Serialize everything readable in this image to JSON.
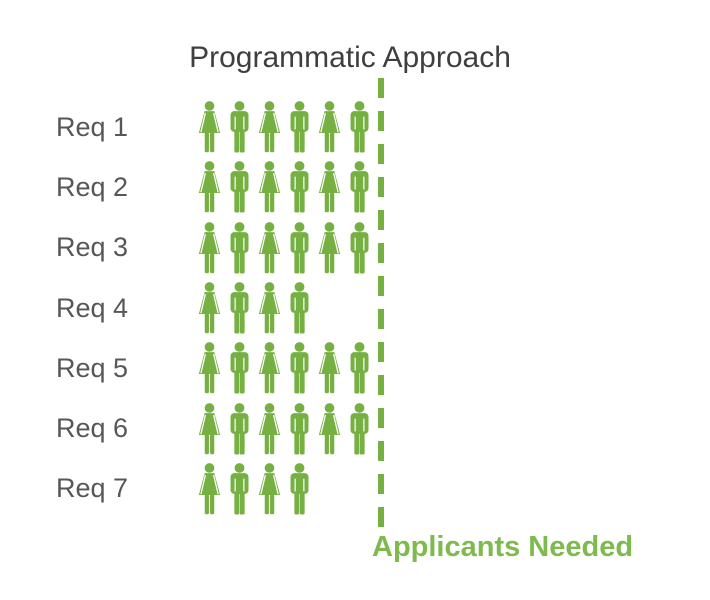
{
  "chart_data": {
    "type": "bar",
    "variant": "pictogram",
    "title": "Programmatic Approach",
    "categories": [
      "Req 1",
      "Req 2",
      "Req 3",
      "Req 4",
      "Req 5",
      "Req 6",
      "Req 7"
    ],
    "values": [
      6,
      6,
      6,
      4,
      6,
      6,
      4
    ],
    "rows": [
      {
        "label": "Req 1",
        "icons": [
          "F",
          "M",
          "F",
          "M",
          "F",
          "M"
        ]
      },
      {
        "label": "Req 2",
        "icons": [
          "F",
          "M",
          "F",
          "M",
          "F",
          "M"
        ]
      },
      {
        "label": "Req 3",
        "icons": [
          "F",
          "M",
          "F",
          "M",
          "F",
          "M"
        ]
      },
      {
        "label": "Req 4",
        "icons": [
          "F",
          "M",
          "F",
          "M"
        ]
      },
      {
        "label": "Req 5",
        "icons": [
          "F",
          "M",
          "F",
          "M",
          "F",
          "M"
        ]
      },
      {
        "label": "Req 6",
        "icons": [
          "F",
          "M",
          "F",
          "M",
          "F",
          "M"
        ]
      },
      {
        "label": "Req 7",
        "icons": [
          "F",
          "M",
          "F",
          "M"
        ]
      }
    ],
    "reference_line": {
      "label": "Applicants Needed",
      "value": 6,
      "style": "dashed",
      "orientation": "vertical"
    },
    "legend": "none",
    "grid": false
  },
  "colors": {
    "icon_green": "#76b043",
    "dash_green": "#76b043",
    "annotation_green": "#7eba4d",
    "title_color": "#3f3f3f",
    "label_color": "#575757",
    "background": "#ffffff"
  }
}
